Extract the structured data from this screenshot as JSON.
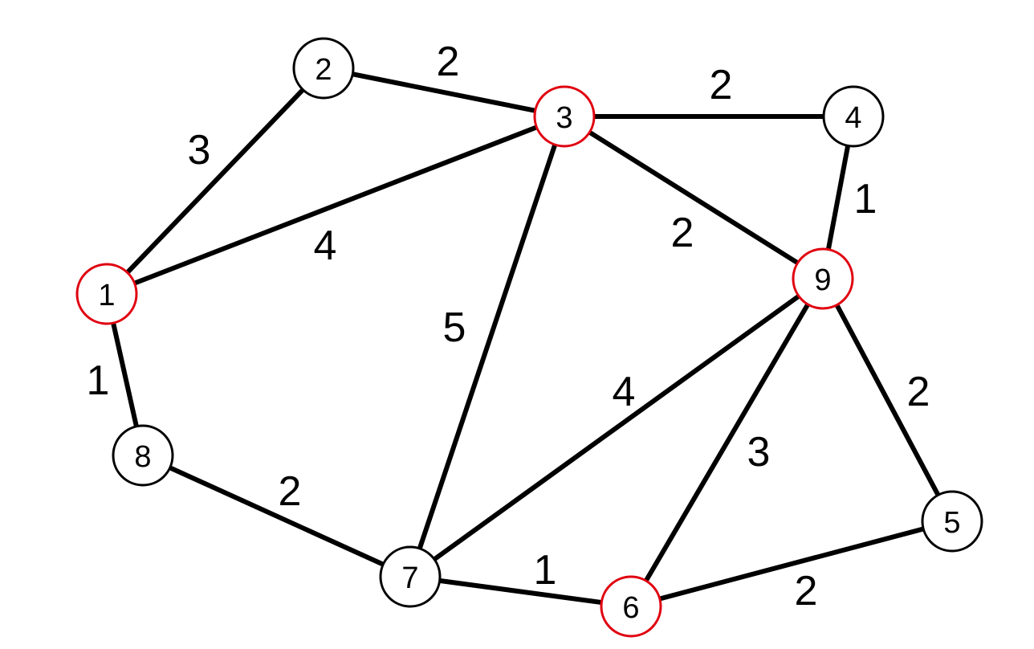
{
  "graph": {
    "colors": {
      "default_node_stroke": "#000000",
      "highlight_node_stroke": "#e0000f",
      "edge": "#000000"
    },
    "nodes": [
      {
        "id": "1",
        "label": "1",
        "highlighted": true
      },
      {
        "id": "2",
        "label": "2",
        "highlighted": false
      },
      {
        "id": "3",
        "label": "3",
        "highlighted": true
      },
      {
        "id": "4",
        "label": "4",
        "highlighted": false
      },
      {
        "id": "5",
        "label": "5",
        "highlighted": false
      },
      {
        "id": "6",
        "label": "6",
        "highlighted": true
      },
      {
        "id": "7",
        "label": "7",
        "highlighted": false
      },
      {
        "id": "8",
        "label": "8",
        "highlighted": false
      },
      {
        "id": "9",
        "label": "9",
        "highlighted": true
      }
    ],
    "edges": [
      {
        "from": "1",
        "to": "2",
        "weight": "3"
      },
      {
        "from": "2",
        "to": "3",
        "weight": "2"
      },
      {
        "from": "1",
        "to": "3",
        "weight": "4"
      },
      {
        "from": "3",
        "to": "4",
        "weight": "2"
      },
      {
        "from": "4",
        "to": "9",
        "weight": "1"
      },
      {
        "from": "3",
        "to": "9",
        "weight": "2"
      },
      {
        "from": "3",
        "to": "7",
        "weight": "5"
      },
      {
        "from": "1",
        "to": "8",
        "weight": "1"
      },
      {
        "from": "8",
        "to": "7",
        "weight": "2"
      },
      {
        "from": "7",
        "to": "9",
        "weight": "4"
      },
      {
        "from": "9",
        "to": "6",
        "weight": "3"
      },
      {
        "from": "9",
        "to": "5",
        "weight": "2"
      },
      {
        "from": "7",
        "to": "6",
        "weight": "1"
      },
      {
        "from": "6",
        "to": "5",
        "weight": "2"
      }
    ]
  }
}
